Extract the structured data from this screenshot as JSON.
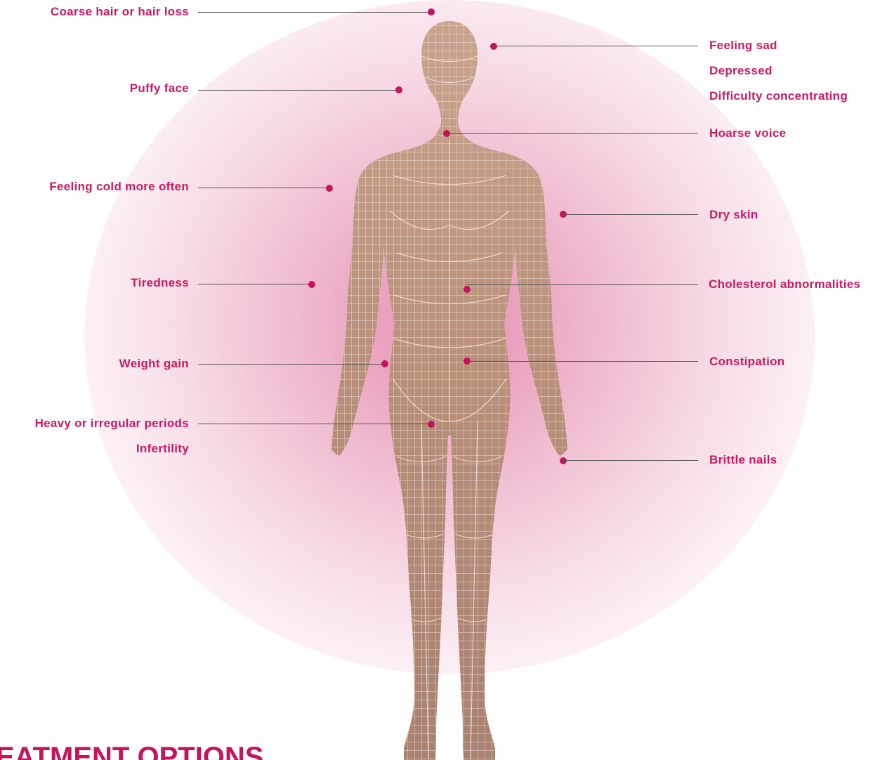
{
  "colors": {
    "accent": "#c91a63",
    "dot": "#c4145b",
    "leader": "#555555",
    "skin": "#b8907a",
    "mesh": "#f4e6e9"
  },
  "symptoms": {
    "coarse_hair": "Coarse hair or hair loss",
    "puffy_face": "Puffy face",
    "feeling_cold": "Feeling cold more often",
    "tiredness": "Tiredness",
    "weight_gain": "Weight gain",
    "periods": "Heavy or irregular periods",
    "infertility": "Infertility",
    "feeling_sad": "Feeling sad",
    "depressed": "Depressed",
    "concentrating": "Difficulty concentrating",
    "hoarse_voice": "Hoarse voice",
    "dry_skin": "Dry skin",
    "cholesterol": "Cholesterol abnormalities",
    "constipation": "Constipation",
    "brittle_nails": "Brittle nails"
  },
  "section_heading": "EATMENT OPTIONS"
}
